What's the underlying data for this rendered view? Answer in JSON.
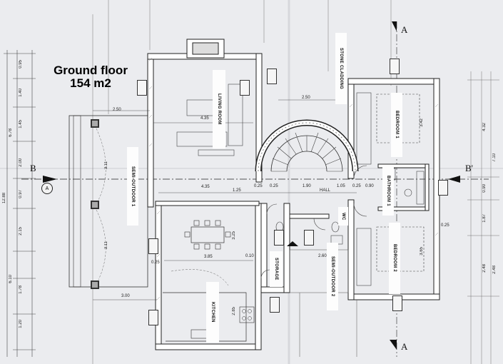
{
  "title": {
    "line1": "Ground floor",
    "line2": "154 m2"
  },
  "rooms": {
    "living": "LIVING ROOM",
    "bedroom1": "BEDROOM 1",
    "bedroom2": "BEDROOM 2",
    "bathroom1": "BATHROOM 1",
    "semi_outdoor1": "SEMI-OUTDOOR 1",
    "semi_outdoor2": "SEMI-OUTDOOR 2",
    "kitchen": "KITCHEN",
    "storage": "STORAGE",
    "wc": "WC",
    "hall": "HALL",
    "stone_cladding": "STONE CLADDING"
  },
  "axes": {
    "a": "A",
    "b": "B",
    "b_prime": "B'"
  },
  "dims": {
    "d250_top": "2.50",
    "d250_stair": "2.50",
    "d435_living": "4.35",
    "d435_hall": "4.35",
    "d125": "1.25",
    "d025a": "0.25",
    "d025b": "0.25",
    "d190": "1.90",
    "d105": "1.05",
    "d025c": "0.25",
    "d090": "0.90",
    "d385": "3.85",
    "d300": "3.00",
    "d285": "2.85",
    "d260": "2.60",
    "d325": "3.25",
    "d010": "0.10",
    "d342": "3.42",
    "d365": "3.65",
    "d025r": "0.25",
    "d311a": "3.11",
    "d311b": "3.11",
    "d025s": "0.25"
  },
  "left_scale": [
    "0.95",
    "1.40",
    "1.45",
    "2.00",
    "0.97",
    "2.15",
    "1.78",
    "1.20",
    "6.78",
    "12.88",
    "6.10"
  ],
  "right_scale": [
    "4.32",
    "7.10",
    "0.90",
    "1.87",
    "2.48",
    "2.48"
  ]
}
